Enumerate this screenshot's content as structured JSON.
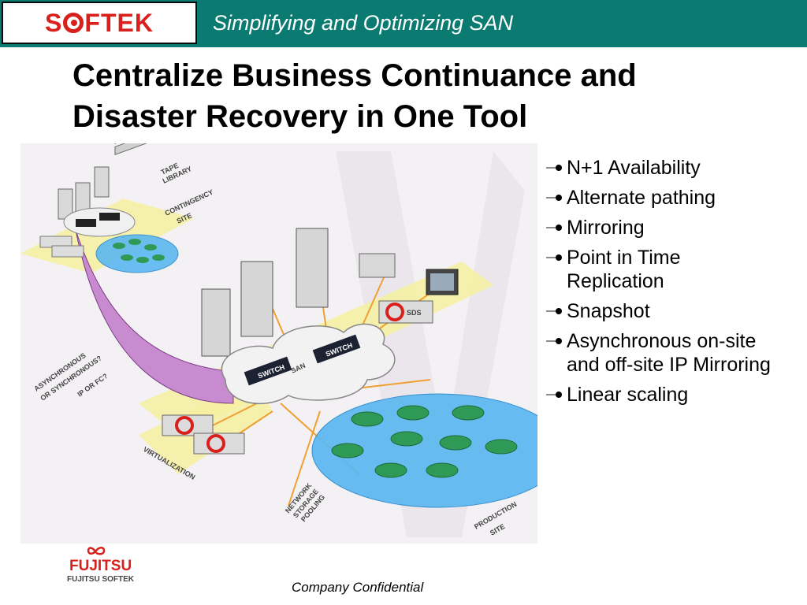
{
  "header": {
    "logo_text_before": "S",
    "logo_text_after": "FTEK",
    "tagline": "Simplifying and Optimizing SAN"
  },
  "slide": {
    "title_line1": "Centralize Business Continuance and",
    "title_line2": "Disaster Recovery in One Tool"
  },
  "diagram": {
    "labels": {
      "tape_library": [
        "TAPE",
        "LIBRARY"
      ],
      "contingency_site": [
        "CONTINGENCY",
        "SITE"
      ],
      "async_sync": [
        "ASYNCHRONOUS",
        "OR SYNCHRONOUS?"
      ],
      "ip_or_fc": "IP OR FC?",
      "san": "SAN",
      "switch": "SWITCH",
      "sds": "SDS",
      "virtualization": "VIRTUALIZATION",
      "network_storage_pooling": [
        "NETWORK",
        "STORAGE",
        "POOLING"
      ],
      "production_site": [
        "PRODUCTION",
        "SITE"
      ]
    }
  },
  "bullets": [
    {
      "line1": "N+1 Availability",
      "line2": ""
    },
    {
      "line1": "Alternate pathing",
      "line2": ""
    },
    {
      "line1": "Mirroring",
      "line2": ""
    },
    {
      "line1": "Point in Time",
      "line2": "Replication"
    },
    {
      "line1": "Snapshot",
      "line2": ""
    },
    {
      "line1": "Asynchronous on-site",
      "line2": "and off-site IP Mirroring"
    },
    {
      "line1": "Linear scaling",
      "line2": ""
    }
  ],
  "footer": {
    "logo_main": "FUJITSU",
    "logo_sub": "FUJITSU SOFTEK",
    "confidential": "Company Confidential"
  },
  "colors": {
    "header_bg": "#0b7a70",
    "logo_red": "#d8201c",
    "storage_blue": "#5bb8f0",
    "disk_green": "#2f9a55",
    "path_yellow": "#f6f0a0",
    "link_purple": "#c98bd0"
  }
}
